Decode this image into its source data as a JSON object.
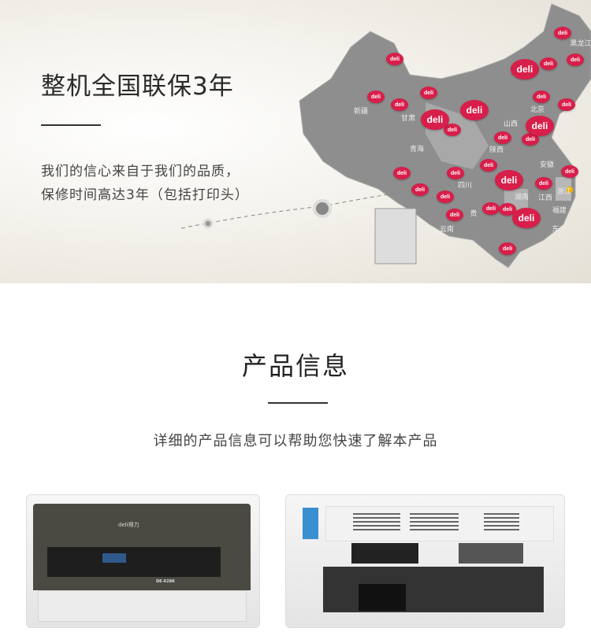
{
  "banner": {
    "title": "整机全国联保3年",
    "subtitle_line1": "我们的信心来自于我们的品质，",
    "subtitle_line2": "保修时间高达3年（包括打印头）",
    "brand_pin_label": "deli",
    "provinces": [
      "黑龙江",
      "新疆",
      "甘肃",
      "北京",
      "山西",
      "青海",
      "陕西",
      "安徽",
      "四川",
      "浙江",
      "湖南",
      "江西",
      "福建",
      "贵",
      "云南",
      "东"
    ]
  },
  "section": {
    "title": "产品信息",
    "subtitle": "详细的产品信息可以帮助您快速了解本产品"
  },
  "products": {
    "front_logo": "deli得力",
    "model": "DE-628K"
  },
  "colors": {
    "brand": "#d81e4a",
    "map": "#8e8e8e"
  }
}
